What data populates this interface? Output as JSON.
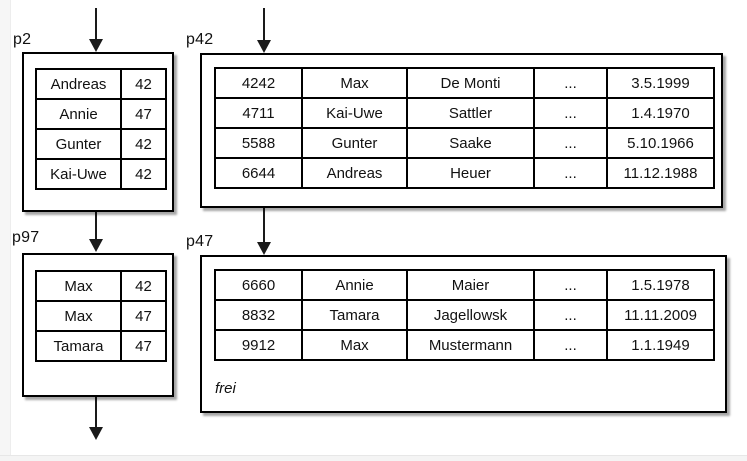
{
  "colors": {
    "background": "#ffffff",
    "border": "#000000",
    "arrow": "#1a1a1a",
    "margin_strip": "#f6f6f6"
  },
  "pages": {
    "p2": {
      "label": "p2",
      "rows": [
        [
          "Andreas",
          "42"
        ],
        [
          "Annie",
          "47"
        ],
        [
          "Gunter",
          "42"
        ],
        [
          "Kai-Uwe",
          "42"
        ]
      ]
    },
    "p42": {
      "label": "p42",
      "rows": [
        [
          "4242",
          "Max",
          "De Monti",
          "...",
          "3.5.1999"
        ],
        [
          "4711",
          "Kai-Uwe",
          "Sattler",
          "...",
          "1.4.1970"
        ],
        [
          "5588",
          "Gunter",
          "Saake",
          "...",
          "5.10.1966"
        ],
        [
          "6644",
          "Andreas",
          "Heuer",
          "...",
          "11.12.1988"
        ]
      ]
    },
    "p97": {
      "label": "p97",
      "rows": [
        [
          "Max",
          "42"
        ],
        [
          "Max",
          "47"
        ],
        [
          "Tamara",
          "47"
        ]
      ]
    },
    "p47": {
      "label": "p47",
      "rows": [
        [
          "6660",
          "Annie",
          "Maier",
          "...",
          "1.5.1978"
        ],
        [
          "8832",
          "Tamara",
          "Jagellowsk",
          "...",
          "11.11.2009"
        ],
        [
          "9912",
          "Max",
          "Mustermann",
          "...",
          "1.1.1949"
        ]
      ],
      "free_label": "frei"
    }
  }
}
